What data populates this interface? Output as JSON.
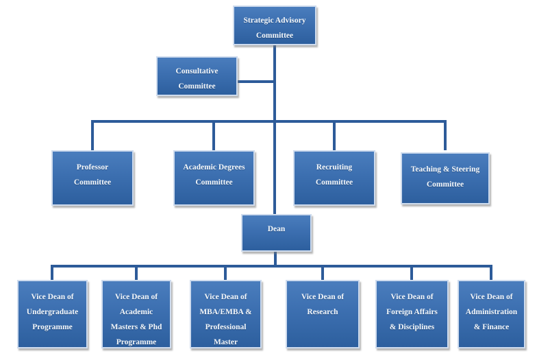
{
  "diagram": {
    "type": "org-chart",
    "nodes": {
      "strategic": {
        "label": "Strategic Advisory\nCommittee"
      },
      "consultative": {
        "label": "Consultative\nCommittee"
      },
      "professor": {
        "label": "Professor\nCommittee"
      },
      "academic_degrees": {
        "label": "Academic Degrees\nCommittee"
      },
      "recruiting": {
        "label": "Recruiting\nCommittee"
      },
      "teaching_steering": {
        "label": "Teaching & Steering\nCommittee"
      },
      "dean": {
        "label": "Dean"
      },
      "vd_undergraduate": {
        "label": "Vice Dean of\nUndergraduate\nProgramme"
      },
      "vd_academic_masters": {
        "label": "Vice Dean of\nAcademic\nMasters & Phd\nProgramme"
      },
      "vd_mba": {
        "label": "Vice Dean of\nMBA/EMBA &\nProfessional\nMaster"
      },
      "vd_research": {
        "label": "Vice Dean of\nResearch"
      },
      "vd_foreign_affairs": {
        "label": "Vice Dean of\nForeign Affairs\n& Disciplines"
      },
      "vd_administration": {
        "label": "Vice Dean of\nAdministration\n& Finance"
      }
    },
    "relations": [
      {
        "parent": "Strategic Advisory Committee",
        "child": "Consultative Committee"
      },
      {
        "parent": "Strategic Advisory Committee",
        "child": "Professor Committee"
      },
      {
        "parent": "Strategic Advisory Committee",
        "child": "Academic Degrees Committee"
      },
      {
        "parent": "Strategic Advisory Committee",
        "child": "Recruiting Committee"
      },
      {
        "parent": "Strategic Advisory Committee",
        "child": "Teaching & Steering Committee"
      },
      {
        "parent": "Strategic Advisory Committee",
        "child": "Dean"
      },
      {
        "parent": "Dean",
        "child": "Vice Dean of Undergraduate Programme"
      },
      {
        "parent": "Dean",
        "child": "Vice Dean of Academic Masters & Phd Programme"
      },
      {
        "parent": "Dean",
        "child": "Vice Dean of MBA/EMBA & Professional Master"
      },
      {
        "parent": "Dean",
        "child": "Vice Dean of Research"
      },
      {
        "parent": "Dean",
        "child": "Vice Dean of Foreign Affairs & Disciplines"
      },
      {
        "parent": "Dean",
        "child": "Vice Dean of Administration & Finance"
      }
    ],
    "colors": {
      "box_fill_top": "#4a7dbd",
      "box_fill_bottom": "#2d5f9e",
      "box_border": "#cfdcee",
      "connector": "#2d5b99",
      "text": "#f4f8fc",
      "background": "#ffffff",
      "shadow": "#787878"
    }
  }
}
